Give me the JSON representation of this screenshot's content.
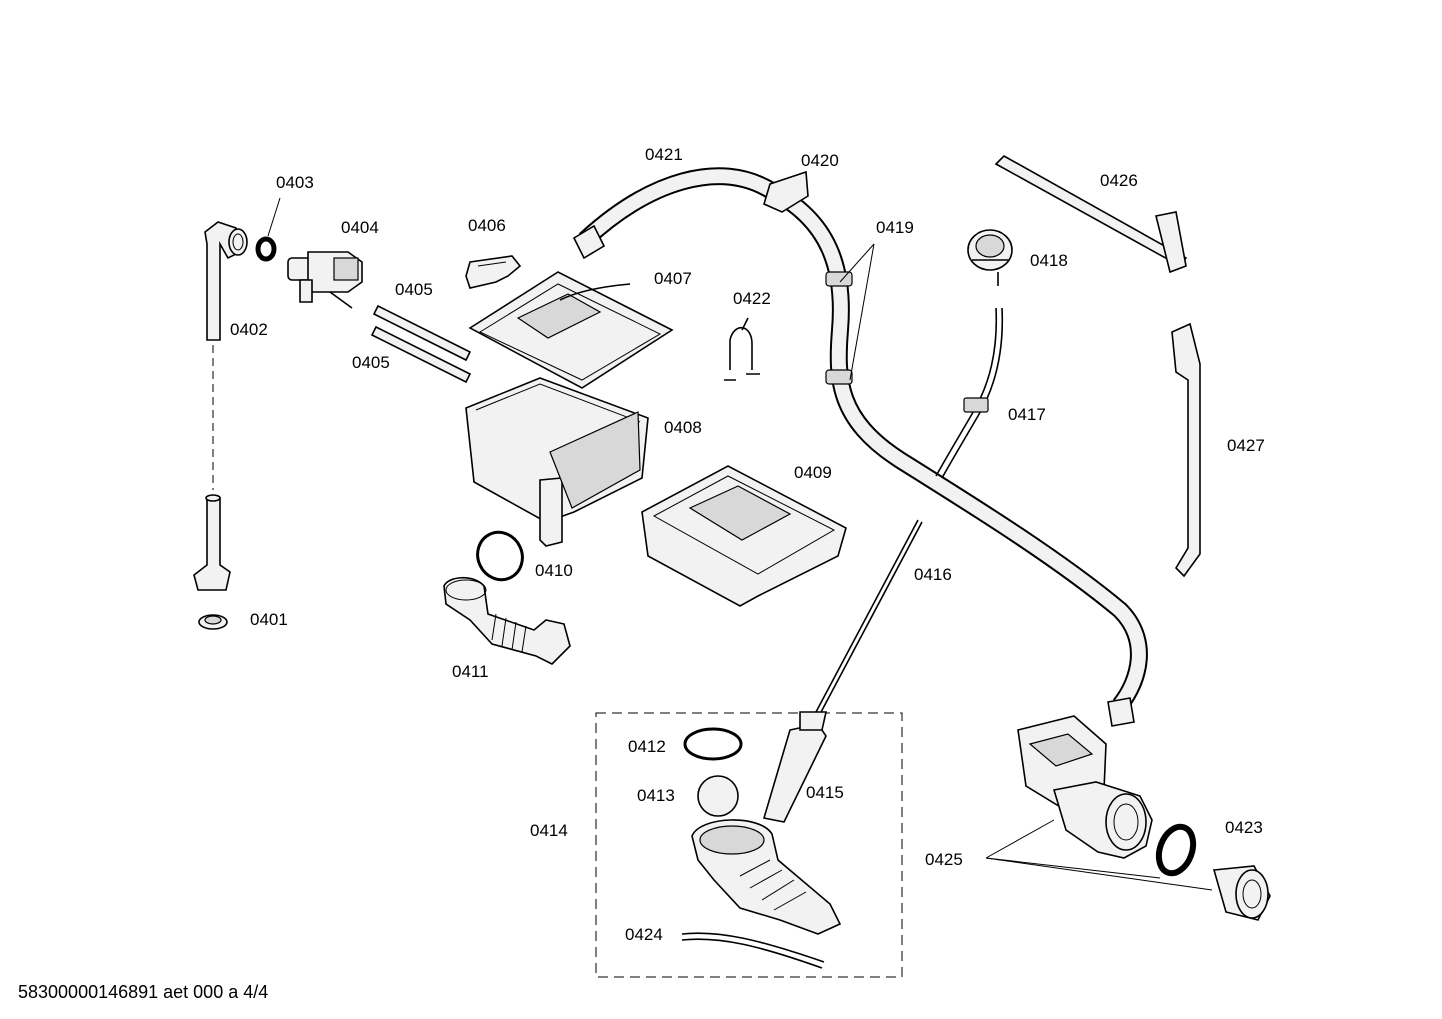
{
  "diagram": {
    "labels": {
      "p0401": "0401",
      "p0402": "0402",
      "p0403": "0403",
      "p0404": "0404",
      "p0405a": "0405",
      "p0405b": "0405",
      "p0406": "0406",
      "p0407": "0407",
      "p0408": "0408",
      "p0409": "0409",
      "p0410": "0410",
      "p0411": "0411",
      "p0412": "0412",
      "p0413": "0413",
      "p0414": "0414",
      "p0415": "0415",
      "p0416": "0416",
      "p0417": "0417",
      "p0418": "0418",
      "p0419": "0419",
      "p0420": "0420",
      "p0421": "0421",
      "p0422": "0422",
      "p0423": "0423",
      "p0424": "0424",
      "p0425": "0425",
      "p0426": "0426",
      "p0427": "0427"
    },
    "footer": "58300000146891 aet 000 a 4/4"
  }
}
